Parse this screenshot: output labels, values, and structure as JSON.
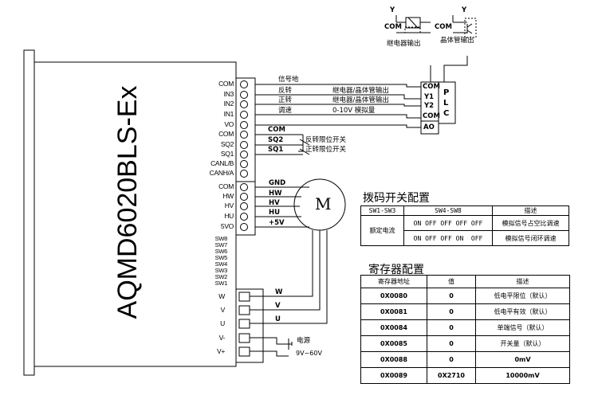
{
  "device": {
    "model": "AQMD6020BLS-Ex"
  },
  "pins_top": [
    "COM",
    "IN3",
    "IN2",
    "IN1",
    "VO",
    "COM",
    "SQ2",
    "SQ1",
    "CANL/B",
    "CANH/A"
  ],
  "pins_hall": [
    "COM",
    "HW",
    "HV",
    "HU",
    "5VO"
  ],
  "pins_sw": [
    "SW8",
    "SW7",
    "SW6",
    "SW5",
    "SW4",
    "SW3",
    "SW2",
    "SW1"
  ],
  "pins_power": [
    "W",
    "V",
    "U",
    "V-",
    "V+"
  ],
  "wires": {
    "signal_ground": "信号地",
    "reverse": "反转",
    "forward": "正转",
    "speed": "调速",
    "relay_out_1": "继电器/晶体管输出",
    "relay_out_2": "继电器/晶体管输出",
    "analog": "0-10V 模拟量",
    "com": "COM",
    "sq2": "SQ2",
    "sq1": "SQ1",
    "rev_limit": "反转限位开关",
    "fwd_limit": "正转限位开关",
    "gnd": "GND",
    "hw": "HW",
    "hv": "HV",
    "hu": "HU",
    "p5v": "+5V",
    "w": "W",
    "v": "V",
    "u": "U",
    "power": "电源",
    "power_range": "9V~60V"
  },
  "motor_label": "M",
  "plc": {
    "label": "P L C",
    "pins": [
      "COM",
      "Y1",
      "Y2",
      "COM",
      "AO"
    ]
  },
  "output_types": {
    "y": "Y",
    "com": "COM",
    "relay": "继电器输出",
    "transistor": "晶体管输出"
  },
  "dip": {
    "title": "拨码开关配置",
    "headers": [
      "SW1-SW3",
      "SW4-SW8",
      "描述"
    ],
    "row_label": "额定电流",
    "rows": [
      {
        "sw": "ON OFF OFF OFF OFF",
        "desc": "模拟信号占空比调速"
      },
      {
        "sw": "ON OFF OFF ON  OFF",
        "desc": "模拟信号闭环调速"
      }
    ]
  },
  "reg": {
    "title": "寄存器配置",
    "headers": [
      "寄存器地址",
      "值",
      "描述"
    ],
    "rows": [
      {
        "addr": "0X0080",
        "val": "0",
        "desc": "低电平限位（默认）"
      },
      {
        "addr": "0X0081",
        "val": "0",
        "desc": "低电平有效（默认）"
      },
      {
        "addr": "0X0084",
        "val": "0",
        "desc": "单端信号（默认）"
      },
      {
        "addr": "0X0085",
        "val": "0",
        "desc": "开关量（默认）"
      },
      {
        "addr": "0X0088",
        "val": "0",
        "desc": "0mV"
      },
      {
        "addr": "0X0089",
        "val": "0X2710",
        "desc": "10000mV"
      }
    ]
  }
}
